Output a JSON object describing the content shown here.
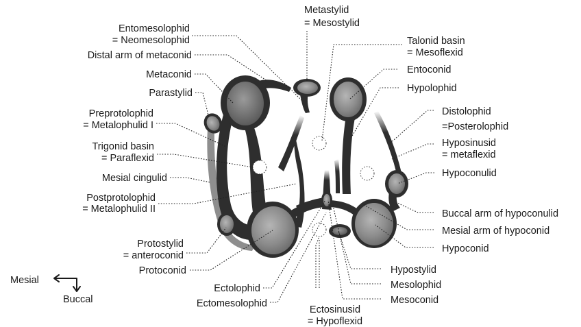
{
  "labels": {
    "entomesolophid": [
      "Entomesolophid",
      "= Neomesolophid"
    ],
    "distal_arm_metaconid": [
      "Distal arm of metaconid"
    ],
    "metaconid": [
      "Metaconid"
    ],
    "parastylid": [
      "Parastylid"
    ],
    "preprotolophid": [
      "Preprotolophid",
      "= Metalophulid I"
    ],
    "trigonid_basin": [
      "Trigonid basin",
      "= Paraflexid"
    ],
    "mesial_cingulid": [
      "Mesial cingulid"
    ],
    "postprotolophid": [
      "Postprotolophid",
      "= Metalophulid II"
    ],
    "protostylid": [
      "Protostylid",
      "= anteroconid"
    ],
    "protoconid": [
      "Protoconid"
    ],
    "ectolophid": [
      "Ectolophid"
    ],
    "ectomesolophid": [
      "Ectomesolophid"
    ],
    "ectosinusid": [
      "Ectosinusid",
      "= Hypoflexid"
    ],
    "metastylid": [
      "Metastylid",
      "= Mesostylid"
    ],
    "talonid_basin": [
      "Talonid basin",
      "= Mesoflexid"
    ],
    "entoconid": [
      "Entoconid"
    ],
    "hypolophid": [
      "Hypolophid"
    ],
    "distolophid": [
      "Distolophid",
      "=Posterolophid"
    ],
    "hyposinusid": [
      "Hyposinusid",
      "= metaflexid"
    ],
    "hypoconulid": [
      "Hypoconulid"
    ],
    "buccal_arm_hypoconulid": [
      "Buccal arm of hypoconulid"
    ],
    "mesial_arm_hypoconid": [
      "Mesial arm of hypoconid"
    ],
    "hypoconid": [
      "Hypoconid"
    ],
    "hypostylid": [
      "Hypostylid"
    ],
    "mesolophid": [
      "Mesolophid"
    ],
    "mesoconid": [
      "Mesoconid"
    ]
  },
  "orientation": {
    "mesial": "Mesial",
    "buccal": "Buccal"
  }
}
